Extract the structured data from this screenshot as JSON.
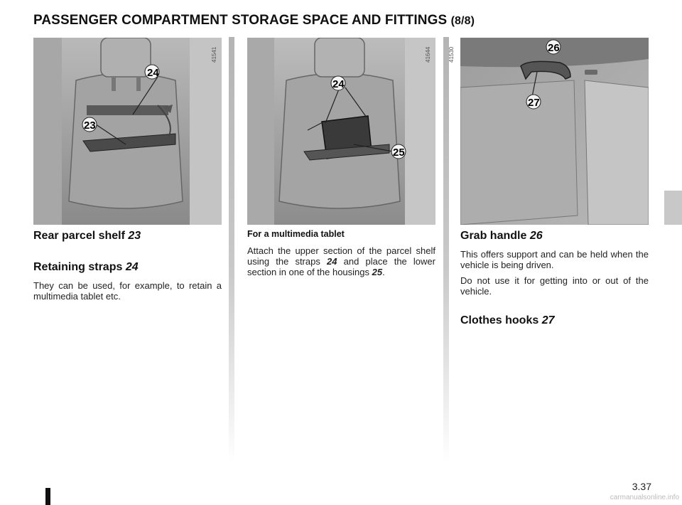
{
  "title": "PASSENGER COMPARTMENT STORAGE SPACE AND FITTINGS",
  "title_sub": "(8/8)",
  "photos": [
    {
      "ref": "41541",
      "callouts": [
        "24",
        "23"
      ]
    },
    {
      "ref": "41644",
      "callouts": [
        "24",
        "25"
      ]
    },
    {
      "ref": "41530",
      "callouts": [
        "26",
        "27"
      ]
    }
  ],
  "col1": {
    "h_shelf": "Rear parcel shelf",
    "n_shelf": "23",
    "h_straps": "Retaining straps",
    "n_straps": "24",
    "p_straps": "They can be used, for example, to retain a multimedia tablet etc."
  },
  "col2": {
    "heading": "For a multimedia tablet",
    "p1": "Attach the upper section of the parcel shelf using the straps",
    "n1": "24",
    "p2": "and place the lower section in one of the housings",
    "n2": "25",
    "p3": "."
  },
  "col3": {
    "h_handle": "Grab handle",
    "n_handle": "26",
    "p1": "This offers support and can be held when the vehicle is being driven.",
    "p2": "Do not use it for getting into or out of the vehicle.",
    "h_hooks": "Clothes hooks",
    "n_hooks": "27"
  },
  "page_number": "3.37",
  "watermark": "carmanualsonline.info",
  "colors": {
    "photo_gray": "#9a9a9a",
    "divider": "#c0c0c0",
    "tab": "#c8c8c8"
  }
}
